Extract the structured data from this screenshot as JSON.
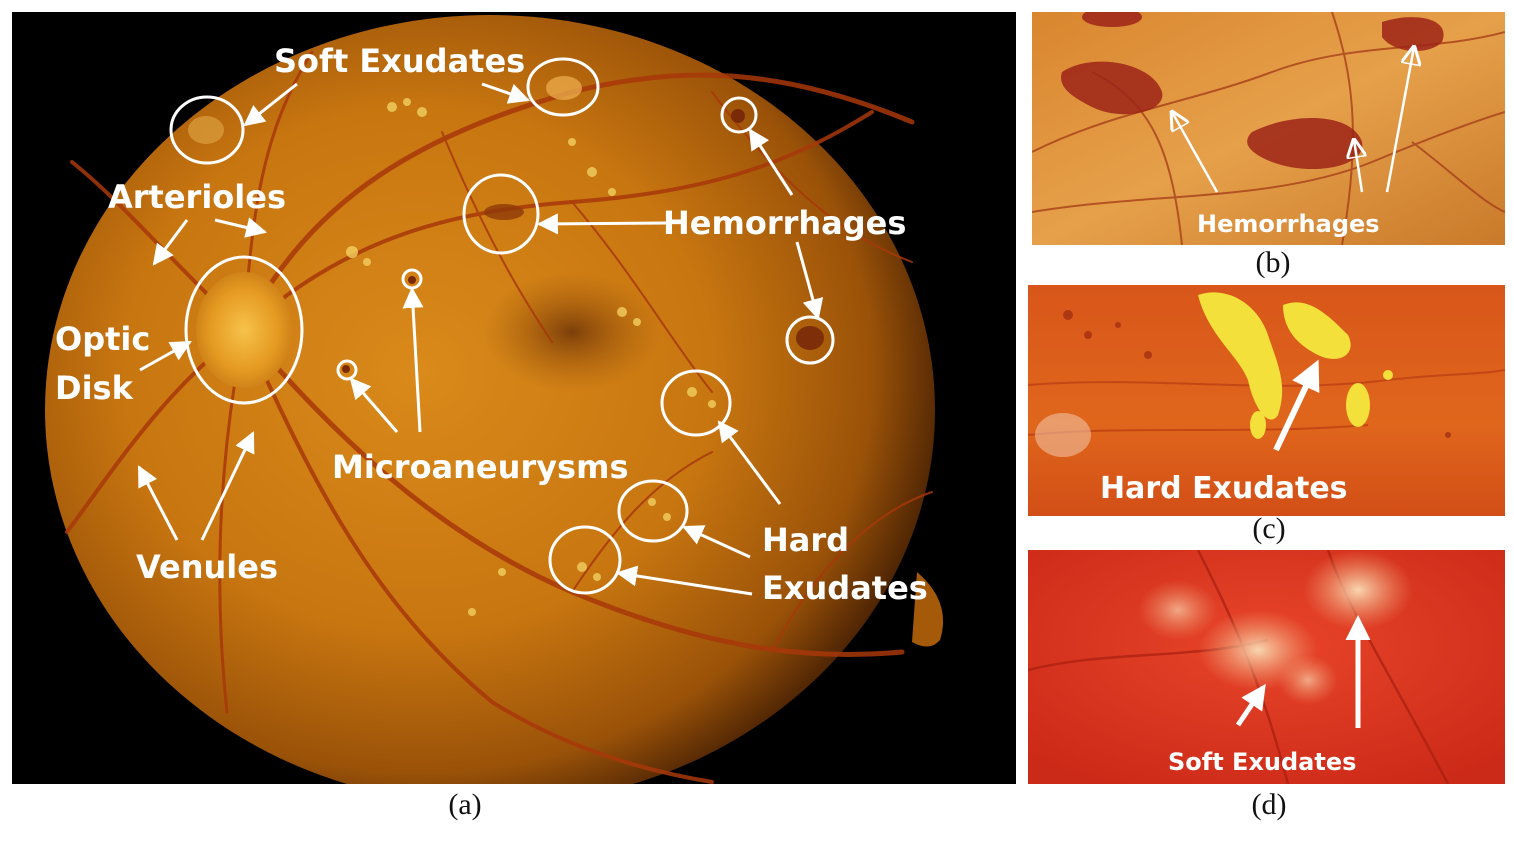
{
  "captions": {
    "a": "(a)",
    "b": "(b)",
    "c": "(c)",
    "d": "(d)"
  },
  "panel_a": {
    "labels": {
      "soft_exudates": "Soft Exudates",
      "arterioles": "Arterioles",
      "optic_disk_line1": "Optic",
      "optic_disk_line2": "Disk",
      "hemorrhages": "Hemorrhages",
      "microaneurysms": "Microaneurysms",
      "venules": "Venules",
      "hard_exudates_line1": "Hard",
      "hard_exudates_line2": "Exudates"
    }
  },
  "panel_b": {
    "label": "Hemorrhages"
  },
  "panel_c": {
    "label": "Hard Exudates"
  },
  "panel_d": {
    "label": "Soft Exudates"
  },
  "colors": {
    "fundus": "#c8780e",
    "annotation": "#ffffff",
    "background": "#000000"
  }
}
